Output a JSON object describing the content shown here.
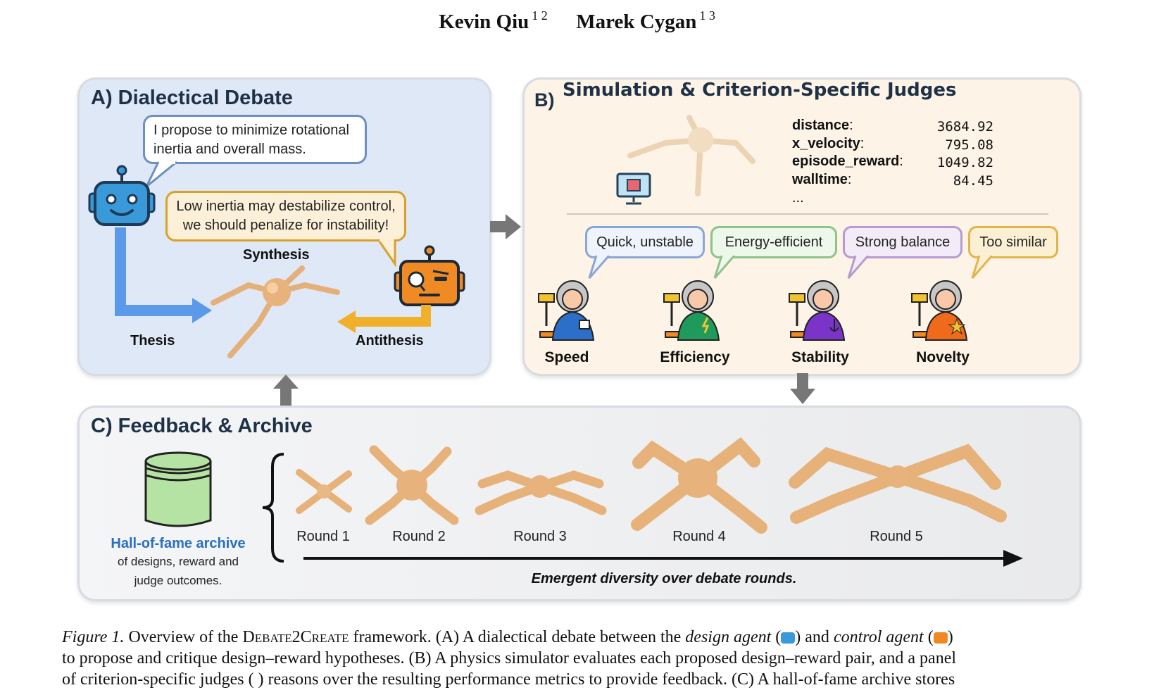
{
  "authors": [
    {
      "name": "Kevin Qiu",
      "affil": "1 2"
    },
    {
      "name": "Marek Cygan",
      "affil": "1 3"
    }
  ],
  "panel_a": {
    "title": "A) Dialectical Debate",
    "design_bubble": [
      "I propose to minimize rotational",
      "inertia and overall mass."
    ],
    "control_bubble": [
      "Low inertia may destabilize control,",
      "we should penalize for instability!"
    ],
    "synthesis": "Synthesis",
    "thesis": "Thesis",
    "antithesis": "Antithesis"
  },
  "panel_b": {
    "title_prefix": "B)",
    "title": "Simulation & Criterion-Specific Judges",
    "metrics": [
      {
        "name": "distance",
        "value": "3684.92"
      },
      {
        "name": "x_velocity",
        "value": "795.08"
      },
      {
        "name": "episode_reward",
        "value": "1049.82"
      },
      {
        "name": "walltime",
        "value": "84.45"
      }
    ],
    "ellipsis": "...",
    "judges": [
      {
        "name": "Speed",
        "comment": "Quick, unstable",
        "color": "#8aa6d6",
        "robe": "#2b6fc9"
      },
      {
        "name": "Efficiency",
        "comment": "Energy-efficient",
        "color": "#8cc48a",
        "robe": "#1f9a5a"
      },
      {
        "name": "Stability",
        "comment": "Strong balance",
        "color": "#b79ad0",
        "robe": "#7a35c8"
      },
      {
        "name": "Novelty",
        "comment": "Too similar",
        "color": "#e3b44a",
        "robe": "#f06a1c"
      }
    ]
  },
  "panel_c": {
    "title": "C) Feedback & Archive",
    "archive_title": "Hall-of-fame archive",
    "archive_desc_1": "of designs, reward and",
    "archive_desc_2": "judge outcomes.",
    "rounds": [
      "Round 1",
      "Round 2",
      "Round 3",
      "Round 4",
      "Round 5"
    ],
    "axis_label": "Emergent diversity over debate rounds."
  },
  "caption": {
    "fig_label": "Figure 1.",
    "text_1": "Overview of the",
    "framework": "Debate2Create",
    "text_2": "framework. (A) A dialectical debate between the",
    "design_agent": "design agent",
    "text_3": "and",
    "control_agent": "control agent",
    "line_2": "to propose and critique design–reward hypotheses. (B) A physics simulator evaluates each proposed design–reward pair, and a panel",
    "line_3": "of criterion-specific judges ( ) reasons over the resulting performance metrics to provide feedback. (C) A hall-of-fame archive stores"
  },
  "colors": {
    "blue_robot": "#3a9ad9",
    "orange_robot": "#f08a24",
    "archive_green": "#b5e3a3",
    "archive_title": "#2a6ec0"
  }
}
